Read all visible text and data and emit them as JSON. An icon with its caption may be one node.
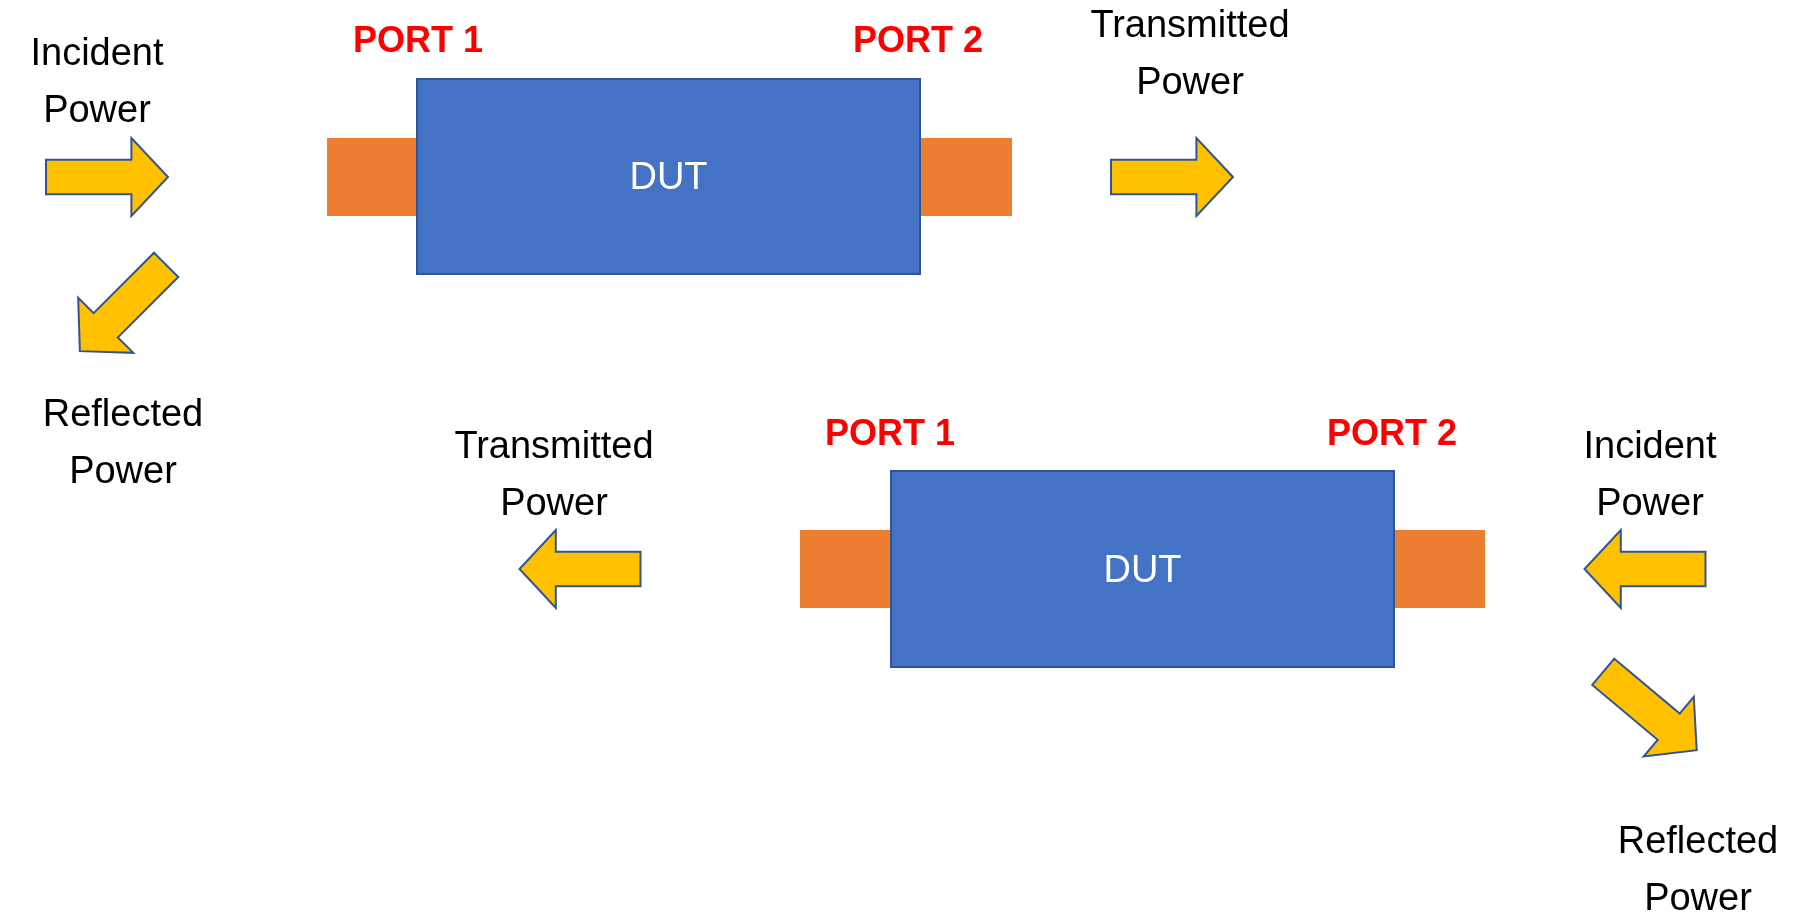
{
  "diagram": {
    "nodes": [
      {
        "text": [
          "DUT"
        ]
      },
      {
        "text": [],
        "shape": "box"
      },
      {
        "text": [],
        "shape": "box"
      },
      {
        "text": [
          "DUT"
        ]
      },
      {
        "text": [],
        "shape": "box"
      },
      {
        "text": [],
        "shape": "box"
      }
    ],
    "edges": [],
    "labels": [
      "Incident Power",
      "PORT 1",
      "PORT 2",
      "Transmitted Power",
      "Reflected Power",
      "Transmitted Power",
      "PORT 1",
      "PORT 2",
      "Incident Power",
      "Reflected Power"
    ]
  }
}
